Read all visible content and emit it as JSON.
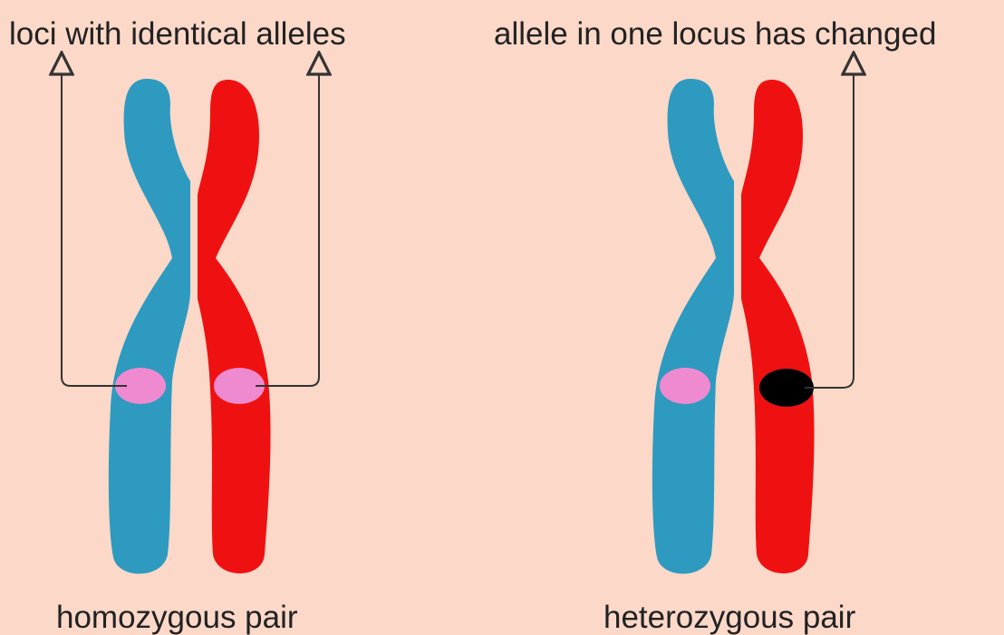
{
  "labels": {
    "left_top": "loci with identical alleles",
    "right_top": "allele in one locus has changed",
    "left_bottom": "homozygous pair",
    "right_bottom": "heterozygous pair"
  },
  "colors": {
    "background": "#fbd8c8",
    "maternal_chromosome": "#2e9ac0",
    "paternal_chromosome": "#ef1111",
    "normal_allele": "#f08ad0",
    "changed_allele": "#000000",
    "arrow": "#333333"
  }
}
